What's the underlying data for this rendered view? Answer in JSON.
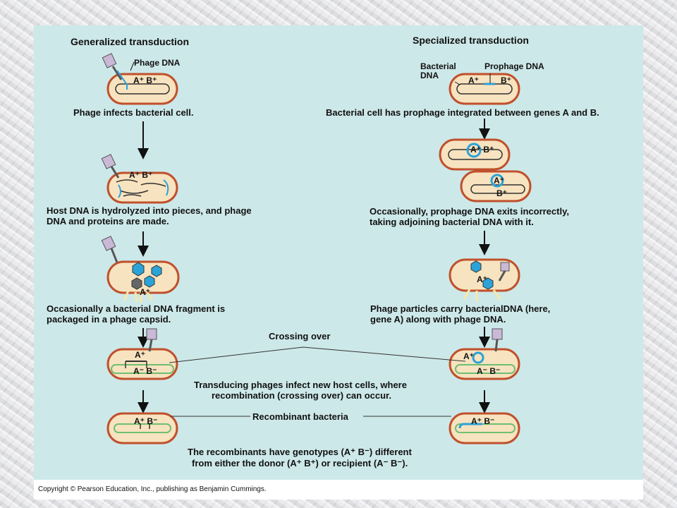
{
  "headings": {
    "generalized": "Generalized transduction",
    "specialized": "Specialized transduction"
  },
  "generalized": {
    "phage_dna_label": "Phage DNA",
    "step1": "Phage infects bacterial cell.",
    "step2_line1": "Host DNA is hydrolyzed into pieces, and phage",
    "step2_line2": "DNA and proteins are made.",
    "step3_line1": "Occasionally a bacterial DNA fragment is",
    "step3_line2": "packaged in a phage capsid."
  },
  "specialized": {
    "bacterial_dna_line1": "Bacterial",
    "bacterial_dna_line2": "DNA",
    "prophage_dna_label": "Prophage DNA",
    "step1": "Bacterial cell has prophage integrated between genes A and B.",
    "step2_line1": "Occasionally, prophage DNA exits incorrectly,",
    "step2_line2": "taking adjoining bacterial DNA with it.",
    "step3_line1": "Phage particles carry bacterialDNA (here,",
    "step3_line2": "gene A) along with phage DNA."
  },
  "shared": {
    "crossing_over": "Crossing over",
    "transducing_line1": "Transducing phages infect new host cells, where",
    "transducing_line2": "recombination (crossing over) can occur.",
    "recombinant_bacteria": "Recombinant bacteria",
    "recombinants_line1": "The recombinants have genotypes (A⁺ B⁻) different",
    "recombinants_line2": "from either the donor (A⁺ B⁺) or recipient (A⁻  B⁻)."
  },
  "gene_labels": {
    "a_plus": "A⁺",
    "b_plus": "B⁺",
    "a_minus": "A⁻",
    "b_minus": "B⁻",
    "a_plus_b_plus": "A⁺ B⁺",
    "a_minus_b_minus": "A⁻  B⁻",
    "a_plus_b_minus": "A⁺   B⁻"
  },
  "copyright": "Copyright © Pearson Education, Inc., publishing as Benjamin Cummings.",
  "colors": {
    "panel": "#cde8e9",
    "cell_fill": "#f7e3bf",
    "cell_border": "#c0502c",
    "phage_dna": "#2aa3d8",
    "recipient_dna": "#6fbf73",
    "phage_body": "#c9b8d6"
  }
}
